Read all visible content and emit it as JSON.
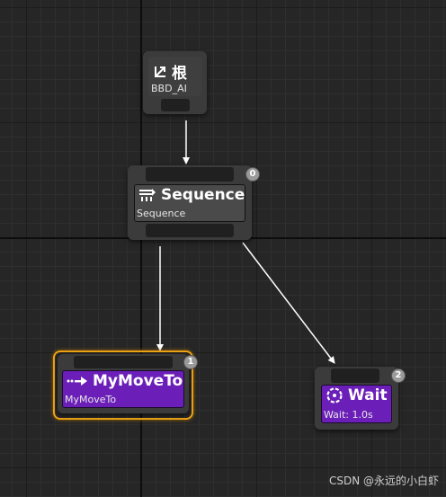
{
  "nodes": {
    "root": {
      "title": "根",
      "subtitle": "BBD_AI",
      "icon": "root-icon"
    },
    "sequence": {
      "title": "Sequence",
      "subtitle": "Sequence",
      "index": "0",
      "icon": "sequence-icon"
    },
    "move_to": {
      "title": "MyMoveTo",
      "subtitle": "MyMoveTo",
      "index": "1",
      "icon": "move-to-icon"
    },
    "wait": {
      "title": "Wait",
      "subtitle": "Wait: 1.0s",
      "index": "2",
      "icon": "wait-icon"
    }
  },
  "colors": {
    "canvas": "#262626",
    "task_node": "#6b1fb8",
    "selection": "#f2a516",
    "wire": "#ffffff"
  },
  "watermark": "CSDN @永远的小白虾"
}
